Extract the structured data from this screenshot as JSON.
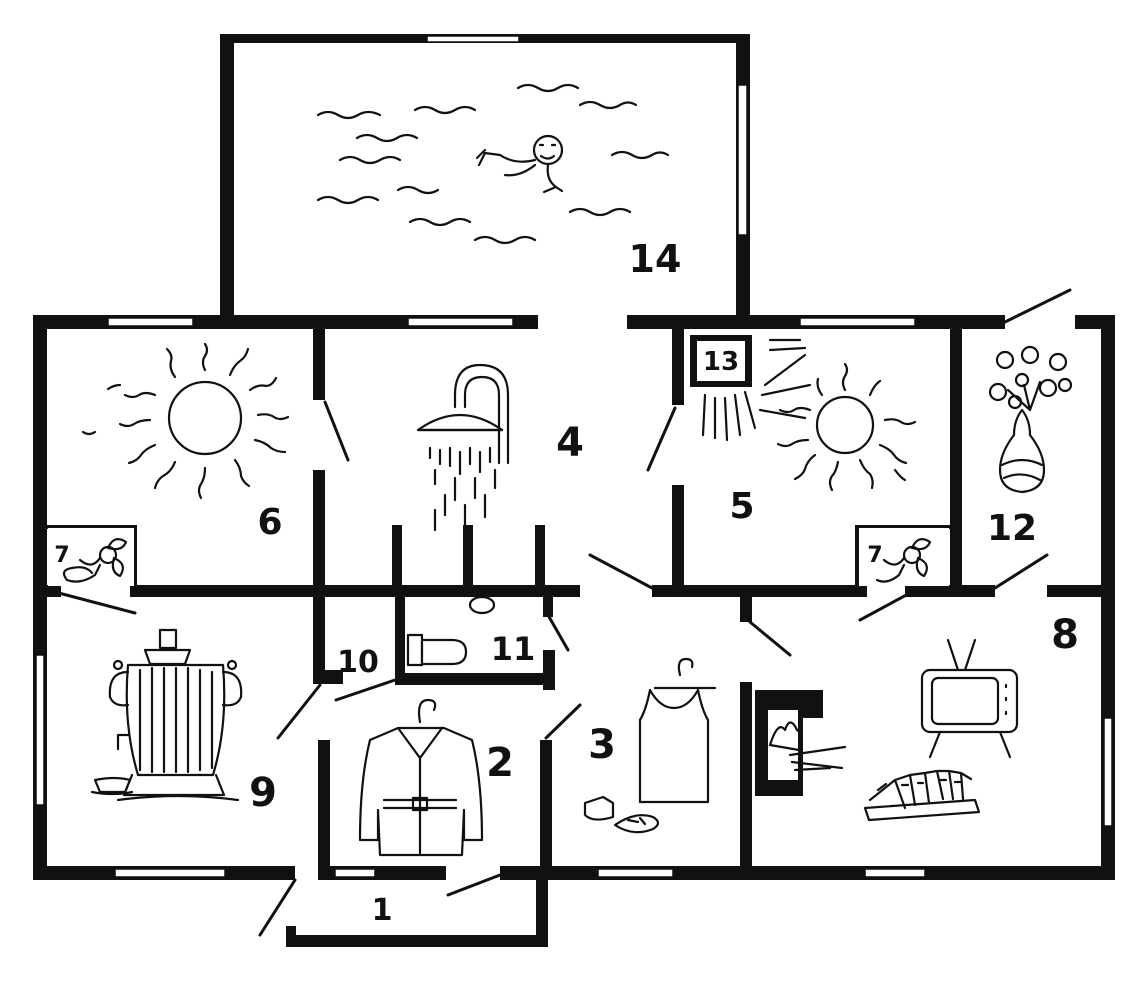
{
  "rooms": [
    {
      "num": "1"
    },
    {
      "num": "2"
    },
    {
      "num": "3"
    },
    {
      "num": "4"
    },
    {
      "num": "5"
    },
    {
      "num": "6"
    },
    {
      "num": "7"
    },
    {
      "num": "7"
    },
    {
      "num": "8"
    },
    {
      "num": "9"
    },
    {
      "num": "10"
    },
    {
      "num": "11"
    },
    {
      "num": "12"
    },
    {
      "num": "13"
    },
    {
      "num": "14"
    }
  ],
  "icons": [
    "sun-icon",
    "sun-icon",
    "shower-icon",
    "fan-icon",
    "fan-icon",
    "samovar-icon",
    "coat-icon",
    "undershirt-icon",
    "shoes-icon",
    "toilet-icon",
    "fireplace-icon",
    "tv-icon",
    "books-icon",
    "flower-vase-icon",
    "swimmer-icon",
    "heater-icon"
  ],
  "colors": {
    "ink": "#111111",
    "paper": "#ffffff"
  }
}
